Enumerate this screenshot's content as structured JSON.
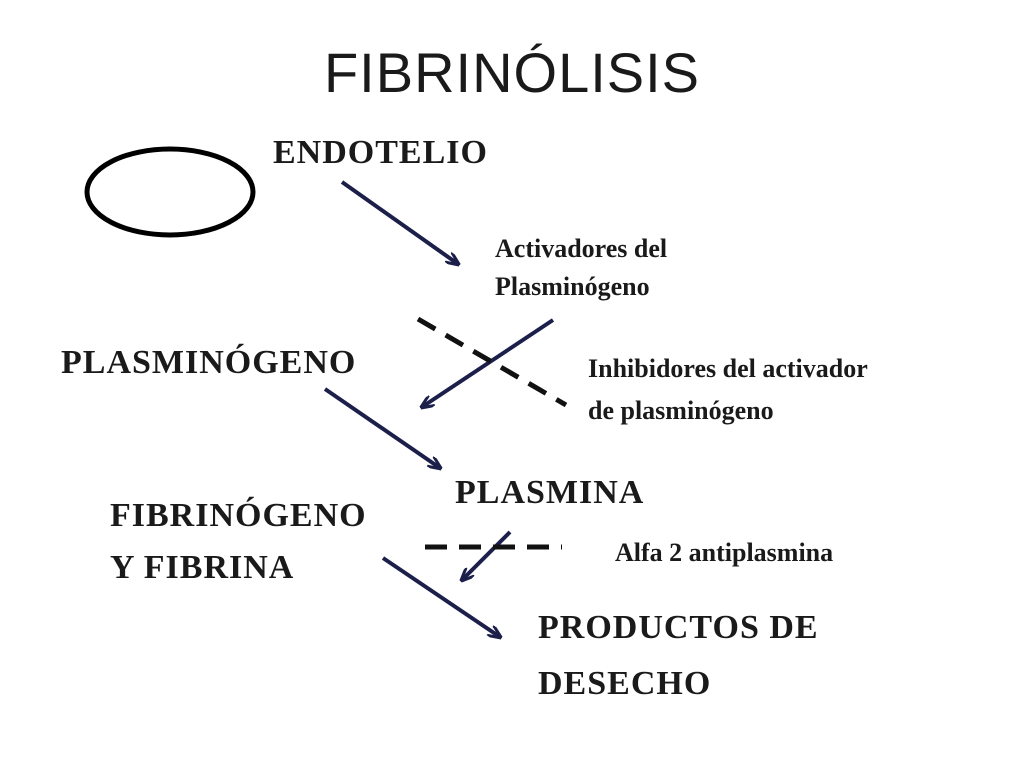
{
  "title": "FIBRINÓLISIS",
  "nodes": {
    "endotelio": "ENDOTELIO",
    "activadores_line1": "Activadores del",
    "activadores_line2": "Plasminógeno",
    "plasminogeno": "PLASMINÓGENO",
    "inhibidores_line1": "Inhibidores del activador",
    "inhibidores_line2": "de plasminógeno",
    "plasmina": "PLASMINA",
    "fibrinogeno_line1": "FIBRINÓGENO",
    "fibrinogeno_line2": "Y FIBRINA",
    "alfa2": "Alfa 2 antiplasmina",
    "productos_line1": "PRODUCTOS DE",
    "productos_line2": "DESECHO"
  },
  "colors": {
    "arrow": "#1c1f4a",
    "text": "#1a1a1a",
    "inhibitor_line": "#111111"
  }
}
